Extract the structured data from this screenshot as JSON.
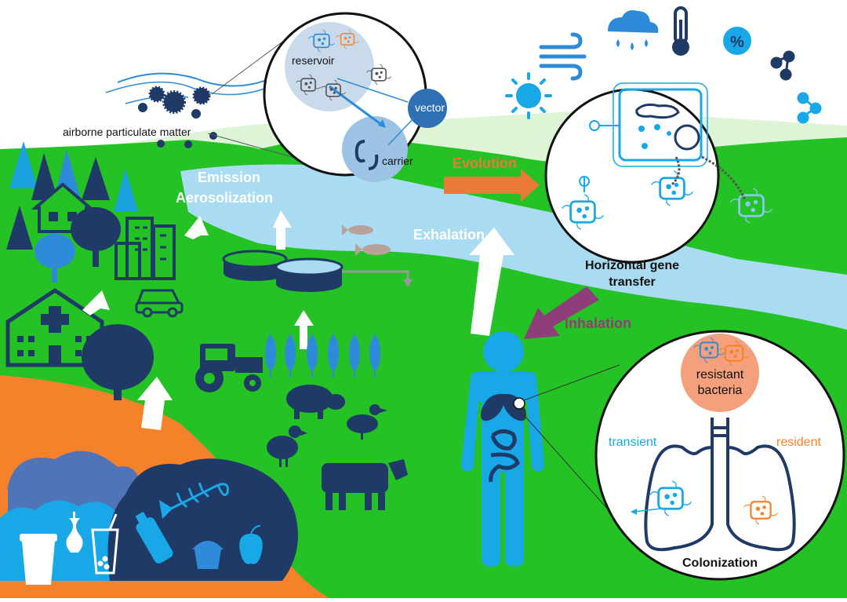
{
  "labels": {
    "airborne": "airborne particulate matter",
    "emission": "Emission",
    "aerosolization": "Aerosolization",
    "evolution": "Evolution",
    "exhalation": "Exhalation",
    "inhalation": "Inhalation",
    "hgt_line1": "Horizontal gene",
    "hgt_line2": "transfer",
    "colonization": "Colonization",
    "transient": "transient",
    "resident": "resident",
    "resistant1": "resistant",
    "resistant2": "bacteria",
    "reservoir": "reservoir",
    "vector": "vector",
    "carrier": "carrier",
    "weather_percent": "%"
  },
  "colors": {
    "sky": "#ffffff",
    "land_green": "#24c224",
    "hill_light": "#ddf4d6",
    "river": "#a9dcf3",
    "orange_ground": "#f5822a",
    "navy": "#1f3a66",
    "blue": "#2e8bd9",
    "light_blue": "#18a8e8",
    "icon_blue": "#2d8fd6",
    "evolution_orange": "#e97a3a",
    "inhalation_purple": "#8e3e78",
    "salmon": "#f4a07c",
    "white": "#ffffff"
  },
  "icons": [
    "sun-icon",
    "wind-icon",
    "rain-cloud-icon",
    "thermometer-icon",
    "percent-icon",
    "molecule-icon",
    "tree-icon",
    "house-icon",
    "city-buildings-icon",
    "car-icon",
    "hospital-icon",
    "tractor-icon",
    "wheat-icon",
    "pig-icon",
    "duck-icon",
    "chicken-icon",
    "cow-icon",
    "fish-icon",
    "wastewater-tank-icon",
    "human-body-icon",
    "lungs-icon",
    "bacteria-icon",
    "coffee-cup-icon",
    "apple-core-icon",
    "bubble-tea-icon",
    "bottle-icon",
    "fish-bone-icon",
    "muffin-icon",
    "apple-icon"
  ]
}
